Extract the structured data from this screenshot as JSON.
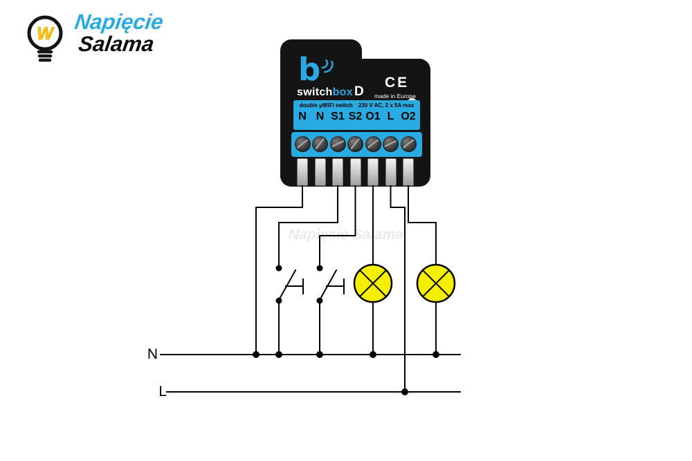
{
  "logo": {
    "bulb_letter": "W",
    "line1": "Napięcie",
    "line2": "Salama"
  },
  "watermark": "Napięcie Salama",
  "device": {
    "logo_glyph": "b",
    "brand_switch": "switch",
    "brand_box": "box",
    "brand_d": "D",
    "ce_mark": "CE",
    "made_in": "made in Europe",
    "spec_left": "double µWiFi switch",
    "spec_right": "230 V AC, 2 x 5A max",
    "terminals": [
      "N",
      "N",
      "S1",
      "S2",
      "O1",
      "L",
      "O2"
    ]
  },
  "rails": {
    "neutral": "N",
    "line": "L"
  },
  "colors": {
    "accent_blue": "#29abe2",
    "lamp_yellow": "#f4ee00",
    "device_body": "#141414",
    "wire": "#000000"
  }
}
